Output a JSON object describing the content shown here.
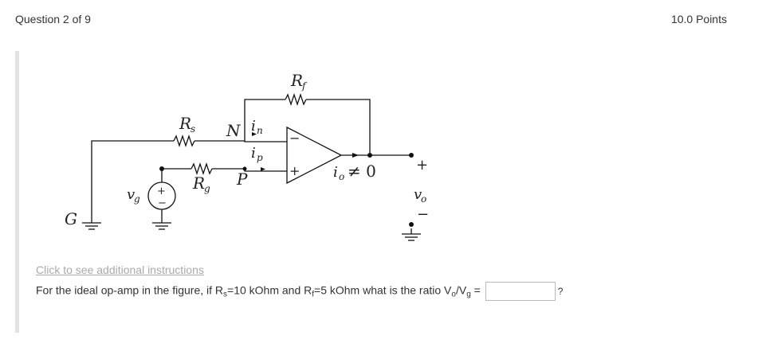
{
  "header": {
    "question_counter": "Question 2 of 9",
    "points": "10.0 Points"
  },
  "circuit": {
    "labels": {
      "Rf": "R",
      "Rf_sub": "f",
      "Rs": "R",
      "Rs_sub": "s",
      "N": "N",
      "in": "i",
      "in_sub": "n",
      "ip": "i",
      "ip_sub": "p",
      "Rg": "R",
      "Rg_sub": "g",
      "P": "P",
      "vg": "v",
      "vg_sub": "g",
      "G": "G",
      "io": "i",
      "io_sub": "o",
      "io_neq": "≠ 0",
      "vo": "v",
      "vo_sub": "o",
      "minus_in": "−",
      "plus_in": "+",
      "plus_out": "+",
      "minus_out": "−",
      "src_plus": "+",
      "src_minus": "−"
    }
  },
  "instructions_link": "Click to see additional instructions",
  "question": {
    "prefix": "For the ideal op-amp in the figure, if R",
    "rs_sub": "s",
    "rs_val": "=10 kOhm and R",
    "rf_sub": "f",
    "rf_val": "=5 kOhm what is the ratio V",
    "vo_sub": "o",
    "slash": "/V",
    "vg_sub": "g",
    "equals": " =",
    "answer_value": "",
    "suffix": "?"
  }
}
